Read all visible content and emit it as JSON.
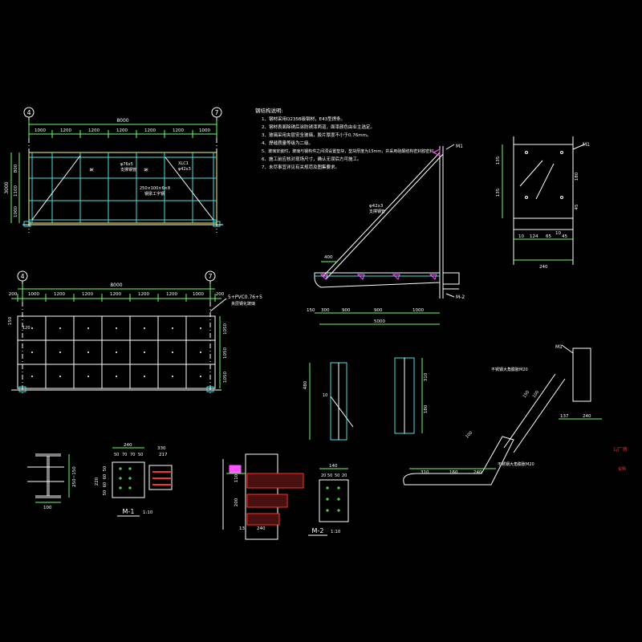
{
  "elevation": {
    "axis_left": "4",
    "axis_right": "7",
    "total_dim": "8000",
    "bay_dims": [
      "1000",
      "1200",
      "1200",
      "1200",
      "1200",
      "1200",
      "1000"
    ],
    "height_total": "3000",
    "height_dims": [
      "800",
      "1100",
      "1000"
    ],
    "label_center1": "某",
    "label_center2": "某",
    "note_brace": "φ76x5",
    "note_brace2": "支撑钢管",
    "note_right1": "XLC1",
    "note_right2": "φ42x3",
    "note_bottom": "250×100×6×8",
    "note_bottom2": "钢梁工字钢"
  },
  "plan": {
    "axis_left": "4",
    "axis_right": "7",
    "total_dim": "8000",
    "bay_dims": [
      "1000",
      "1200",
      "1200",
      "1200",
      "1200",
      "1200",
      "1000"
    ],
    "edge_left": "200",
    "edge_right": "200",
    "row_dims": [
      "1050",
      "1050",
      "1050"
    ],
    "left_dims": [
      "150",
      "120"
    ],
    "callout1": "5+PVC0.76+5",
    "callout2": "夹层钢化玻璃"
  },
  "notes": {
    "title": "钢结构说明:",
    "lines": [
      "1、钢材采用Q235B级钢材，E43型焊条。",
      "2、钢材表面除锈后涂防锈漆两道，面漆颜色由业主选定。",
      "3、玻璃采用夹层安全玻璃，胶片厚度不小于0.76mm。",
      "4、焊缝质量等级为二级。",
      "5、玻璃安装时，玻璃与钢构件之间须设置垫块，垫块厚度为15mm，并采用硅酮结构密封胶密封。",
      "6、施工前应核对现场尺寸，确认无误后方可施工。",
      "7、未尽事宜详见有关规范及图集要求。"
    ]
  },
  "section": {
    "m1": "M1",
    "m2": "M-2",
    "brace": "φ42x3",
    "brace2": "支撑钢管",
    "dim_top": "400",
    "dims": [
      "150",
      "300",
      "900",
      "900",
      "1000"
    ],
    "total": "5000"
  },
  "plate_m1": {
    "label": "M1",
    "dims_h": [
      "10",
      "124",
      "65",
      "10",
      "45"
    ],
    "dim_w": "240",
    "dims_v": [
      "135",
      "135"
    ],
    "dim_v2": "180",
    "dim_v3": "45"
  },
  "details": {
    "dim1": "480",
    "dim2": "310",
    "dim3": "180",
    "dim_side": "10",
    "label_m1": "M1",
    "anchor1": "不锈钢大角膨胀M20",
    "anchor2": "不锈钢大角膨胀M20",
    "dims_lower": [
      "310",
      "160",
      "240"
    ],
    "dims_r": [
      "137",
      "240"
    ],
    "dims_diag": [
      "100",
      "150",
      "100"
    ],
    "note_red": "1/厂房",
    "note_red2": "说明"
  },
  "beam_section": {
    "dim_h": "250~150",
    "dim_b": "100"
  },
  "m1_detail": {
    "title": "M-1",
    "scale": "1:10",
    "dims_top": [
      "240",
      "50",
      "70",
      "70",
      "50"
    ],
    "dims_right": [
      "330",
      "217"
    ],
    "dims_left": [
      "220",
      "50",
      "60",
      "60",
      "50"
    ]
  },
  "m2_detail": {
    "title": "M-2",
    "scale": "1:10",
    "dims_top": [
      "140",
      "20",
      "50",
      "50",
      "20"
    ],
    "dims": [
      "110",
      "200",
      "240",
      "13"
    ]
  }
}
